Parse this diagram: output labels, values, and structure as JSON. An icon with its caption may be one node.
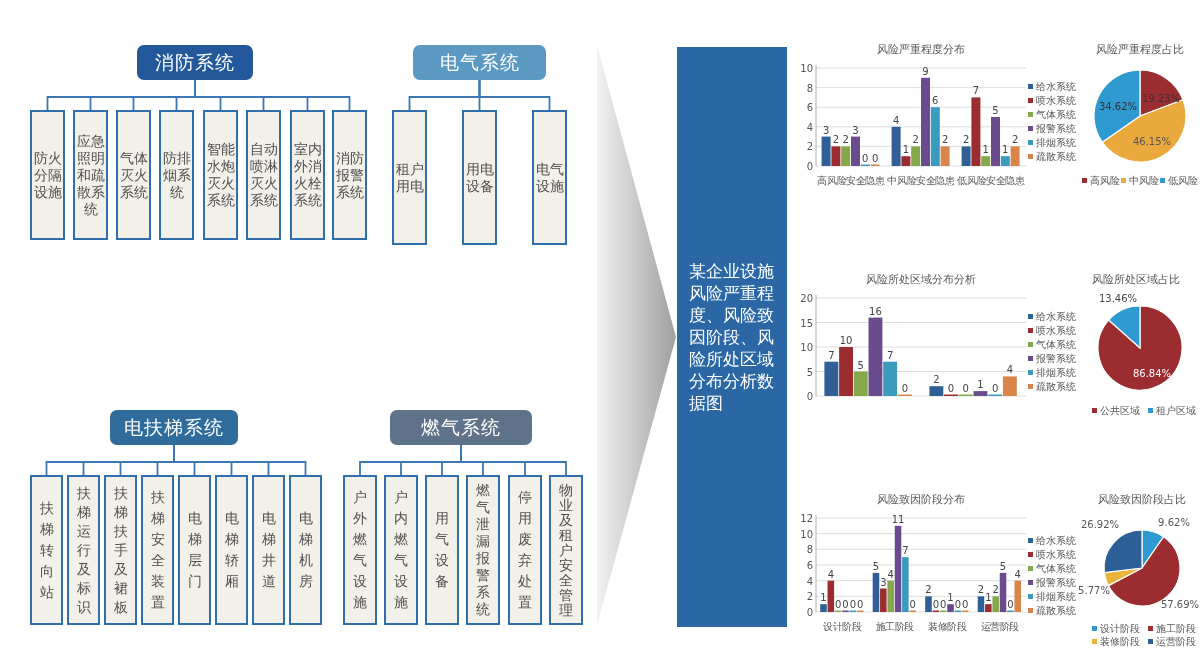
{
  "diagram": {
    "nodes": [
      {
        "text": [
          "消防系统"
        ]
      },
      {
        "text": [
          "防火分隔设施"
        ]
      },
      {
        "text": [
          "应急照明和疏散系统"
        ]
      },
      {
        "text": [
          "气体灭火系统"
        ]
      },
      {
        "text": [
          "防排烟系统"
        ]
      },
      {
        "text": [
          "智能水炮灭火系统"
        ]
      },
      {
        "text": [
          "自动喷淋灭火系统"
        ]
      },
      {
        "text": [
          "室内外消火栓系统"
        ]
      },
      {
        "text": [
          "消防报警系统"
        ]
      },
      {
        "text": [
          "电气系统"
        ]
      },
      {
        "text": [
          "租户用电"
        ]
      },
      {
        "text": [
          "用电设备"
        ]
      },
      {
        "text": [
          "电气设施"
        ]
      },
      {
        "text": [
          "电扶梯系统"
        ]
      },
      {
        "text": [
          "扶梯转向站"
        ]
      },
      {
        "text": [
          "扶梯运行及标识"
        ]
      },
      {
        "text": [
          "扶梯扶手及裙板"
        ]
      },
      {
        "text": [
          "扶梯安全装置"
        ]
      },
      {
        "text": [
          "电梯层门"
        ]
      },
      {
        "text": [
          "电梯轿厢"
        ]
      },
      {
        "text": [
          "电梯井道"
        ]
      },
      {
        "text": [
          "电梯机房"
        ]
      },
      {
        "text": [
          "燃气系统"
        ]
      },
      {
        "text": [
          "户外燃气设施"
        ]
      },
      {
        "text": [
          "户内燃气设施"
        ]
      },
      {
        "text": [
          "用气设备"
        ]
      },
      {
        "text": [
          "燃气泄漏报警系统"
        ]
      },
      {
        "text": [
          "停用废弃处置"
        ]
      },
      {
        "text": [
          "物业及租户安全管理"
        ]
      },
      {
        "text": [
          "某企业设施风险严重程度、风险致因阶段、风险所处区域分布分析数据图"
        ]
      }
    ],
    "edges": [
      {
        "from": 0,
        "to": 1,
        "arrow": "none"
      },
      {
        "from": 0,
        "to": 2,
        "arrow": "none"
      },
      {
        "from": 0,
        "to": 3,
        "arrow": "none"
      },
      {
        "from": 0,
        "to": 4,
        "arrow": "none"
      },
      {
        "from": 0,
        "to": 5,
        "arrow": "none"
      },
      {
        "from": 0,
        "to": 6,
        "arrow": "none"
      },
      {
        "from": 0,
        "to": 7,
        "arrow": "none"
      },
      {
        "from": 0,
        "to": 8,
        "arrow": "none"
      },
      {
        "from": 9,
        "to": 10,
        "arrow": "none"
      },
      {
        "from": 9,
        "to": 11,
        "arrow": "none"
      },
      {
        "from": 9,
        "to": 12,
        "arrow": "none"
      },
      {
        "from": 13,
        "to": 14,
        "arrow": "none"
      },
      {
        "from": 13,
        "to": 15,
        "arrow": "none"
      },
      {
        "from": 13,
        "to": 16,
        "arrow": "none"
      },
      {
        "from": 13,
        "to": 17,
        "arrow": "none"
      },
      {
        "from": 13,
        "to": 18,
        "arrow": "none"
      },
      {
        "from": 13,
        "to": 19,
        "arrow": "none"
      },
      {
        "from": 13,
        "to": 20,
        "arrow": "none"
      },
      {
        "from": 13,
        "to": 21,
        "arrow": "none"
      },
      {
        "from": 22,
        "to": 23,
        "arrow": "none"
      },
      {
        "from": 22,
        "to": 24,
        "arrow": "none"
      },
      {
        "from": 22,
        "to": 25,
        "arrow": "none"
      },
      {
        "from": 22,
        "to": 26,
        "arrow": "none"
      },
      {
        "from": 22,
        "to": 27,
        "arrow": "none"
      },
      {
        "from": 22,
        "to": 28,
        "arrow": "none"
      },
      {
        "from": null,
        "to": 29,
        "arrow": "to"
      }
    ],
    "chart_data": [
      {
        "type": "bar",
        "title": "风险严重程度分布",
        "categories": [
          "高风险安全隐患",
          "中风险安全隐患",
          "低风险安全隐患"
        ],
        "series": [
          {
            "name": "给水系统",
            "color": "#2f5f94",
            "values": [
              3,
              4,
              2
            ]
          },
          {
            "name": "喷水系统",
            "color": "#9b2d30",
            "values": [
              2,
              1,
              7
            ]
          },
          {
            "name": "气体系统",
            "color": "#85a84b",
            "values": [
              2,
              2,
              1
            ]
          },
          {
            "name": "报警系统",
            "color": "#6a4c8e",
            "values": [
              3,
              9,
              5
            ]
          },
          {
            "name": "排烟系统",
            "color": "#3b9bbf",
            "values": [
              0,
              6,
              1
            ]
          },
          {
            "name": "疏散系统",
            "color": "#d9844b",
            "values": [
              0,
              2,
              2
            ]
          }
        ],
        "ylim": [
          0,
          10
        ],
        "yticks": [
          0,
          2,
          4,
          6,
          8,
          10
        ],
        "data_labels": true,
        "grid": true,
        "legend": "right"
      },
      {
        "type": "pie",
        "title": "风险严重程度占比",
        "categories": [
          "高风险",
          "中风险",
          "低风险"
        ],
        "values": [
          19.23,
          46.15,
          34.62
        ],
        "colors": [
          "#9b2d30",
          "#eaa93c",
          "#2f9ad0"
        ],
        "value_labels": [
          "19.23%",
          "46.15%",
          "34.62%"
        ],
        "legend": "bottom"
      },
      {
        "type": "bar",
        "title": "风险所处区域分布分析",
        "series": [
          {
            "name": "给水系统",
            "color": "#2f5f94",
            "values": [
              7,
              2
            ]
          },
          {
            "name": "喷水系统",
            "color": "#9b2d30",
            "values": [
              10,
              0
            ]
          },
          {
            "name": "气体系统",
            "color": "#85a84b",
            "values": [
              5,
              0
            ]
          },
          {
            "name": "报警系统",
            "color": "#6a4c8e",
            "values": [
              16,
              1
            ]
          },
          {
            "name": "排烟系统",
            "color": "#3b9bbf",
            "values": [
              7,
              0
            ]
          },
          {
            "name": "疏散系统",
            "color": "#d9844b",
            "values": [
              0,
              4
            ]
          }
        ],
        "ylim": [
          0,
          20
        ],
        "yticks": [
          0,
          5,
          10,
          15,
          20
        ],
        "data_labels": true,
        "grid": true,
        "legend": "right"
      },
      {
        "type": "pie",
        "title": "风险所处区域占比",
        "categories": [
          "公共区域",
          "租户区域"
        ],
        "values": [
          86.84,
          13.46
        ],
        "colors": [
          "#9b2d30",
          "#2f9ad0"
        ],
        "value_labels": [
          "86.84%",
          "13.46%"
        ],
        "legend": "bottom"
      },
      {
        "type": "bar",
        "title": "风险致因阶段分布",
        "categories": [
          "设计阶段",
          "施工阶段",
          "装修阶段",
          "运营阶段"
        ],
        "series": [
          {
            "name": "给水系统",
            "color": "#2f5f94",
            "values": [
              1,
              5,
              2,
              2
            ]
          },
          {
            "name": "喷水系统",
            "color": "#9b2d30",
            "values": [
              4,
              3,
              0,
              1
            ]
          },
          {
            "name": "气体系统",
            "color": "#85a84b",
            "values": [
              0,
              4,
              0,
              2
            ]
          },
          {
            "name": "报警系统",
            "color": "#6a4c8e",
            "values": [
              0,
              11,
              1,
              5
            ]
          },
          {
            "name": "排烟系统",
            "color": "#3b9bbf",
            "values": [
              0,
              7,
              0,
              0
            ]
          },
          {
            "name": "疏散系统",
            "color": "#d9844b",
            "values": [
              0,
              0,
              0,
              4
            ]
          }
        ],
        "ylim": [
          0,
          12
        ],
        "yticks": [
          0,
          2,
          4,
          6,
          8,
          10,
          12
        ],
        "data_labels": true,
        "grid": true,
        "legend": "right"
      },
      {
        "type": "pie",
        "title": "风险致因阶段占比",
        "categories": [
          "设计阶段",
          "施工阶段",
          "装修阶段",
          "运营阶段"
        ],
        "values": [
          9.62,
          57.69,
          5.77,
          26.92
        ],
        "colors": [
          "#2f9ad0",
          "#9b2d30",
          "#eab33c",
          "#2b5f96"
        ],
        "value_labels": [
          "9.62%",
          "57.69%",
          "5.77%",
          "26.92%"
        ],
        "legend": "bottom"
      }
    ]
  }
}
